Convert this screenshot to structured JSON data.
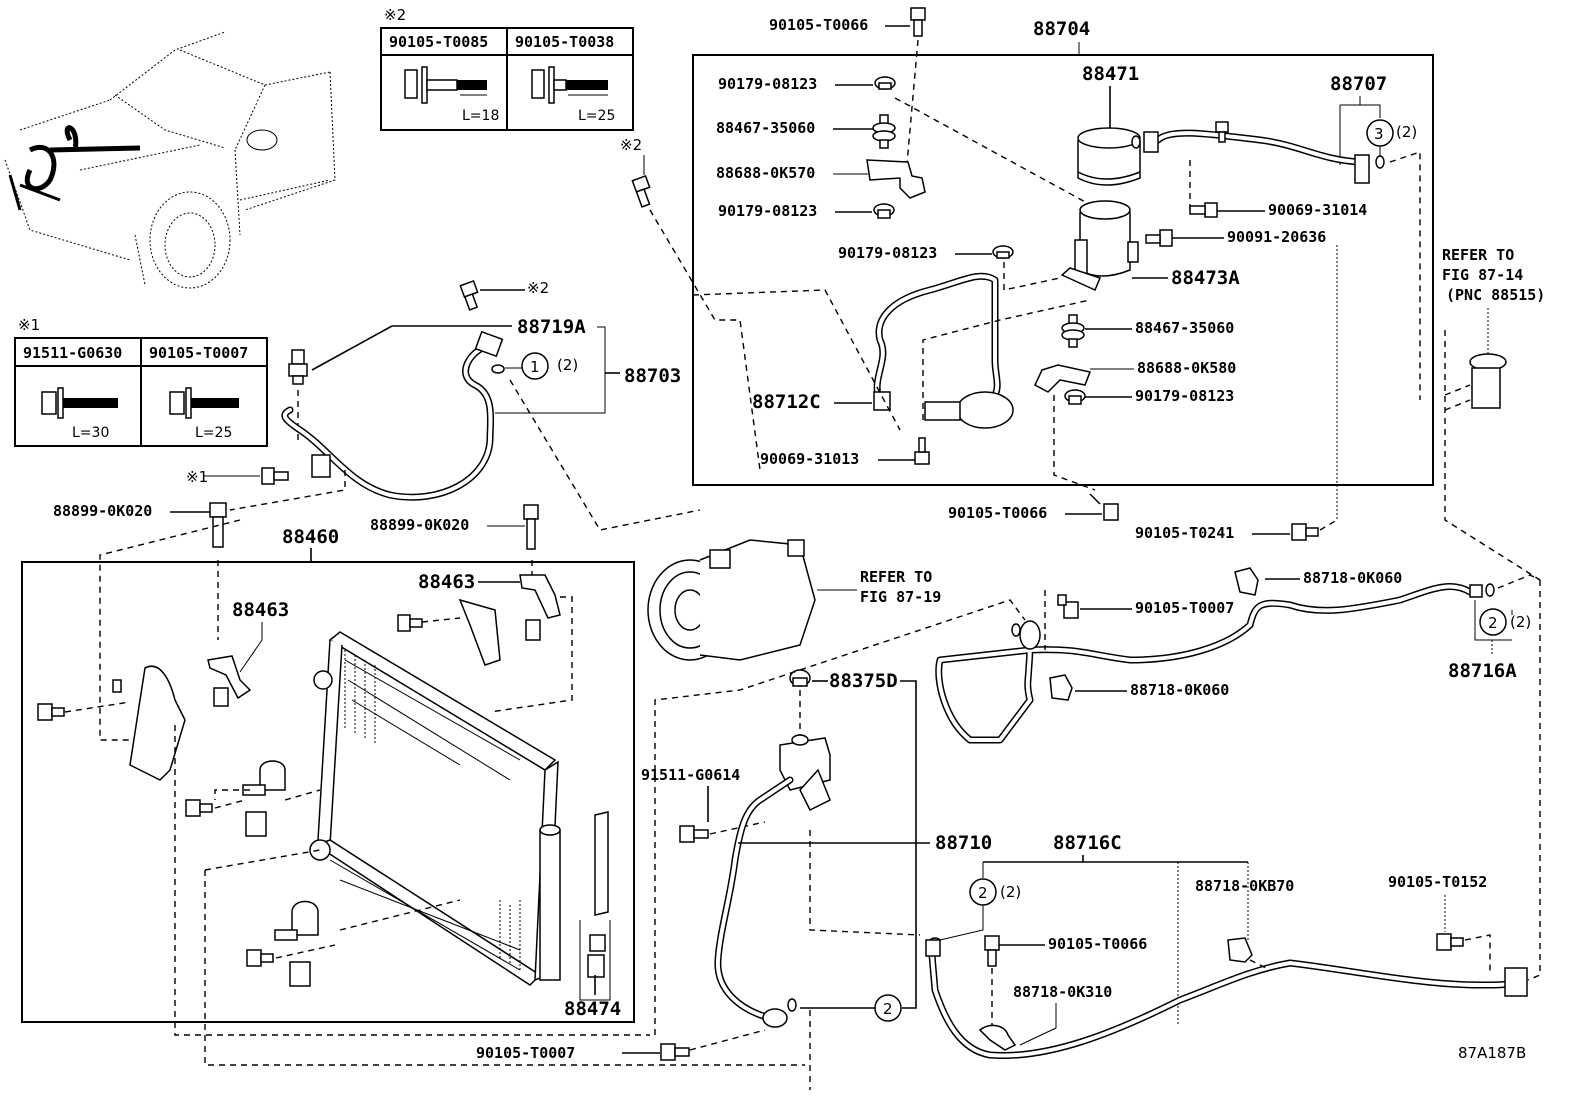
{
  "figure_id": "87A187B",
  "note_tables": [
    {
      "marker": "※1",
      "columns": [
        {
          "part": "91511-G0630",
          "length": "L=30"
        },
        {
          "part": "90105-T0007",
          "length": "L=25"
        }
      ]
    },
    {
      "marker": "※2",
      "columns": [
        {
          "part": "90105-T0085",
          "length": "L=18"
        },
        {
          "part": "90105-T0038",
          "length": "L=25"
        }
      ]
    }
  ],
  "markers": {
    "m1": "※1",
    "m2": "※2"
  },
  "qty_labels": {
    "q2": "(2)"
  },
  "circle_refs": {
    "c1": "1",
    "c2": "2",
    "c3": "3"
  },
  "references": {
    "compressor": [
      "REFER TO",
      "FIG 87-19"
    ],
    "expansion_valve": [
      "REFER TO",
      "FIG 87-14",
      "(PNC 88515)"
    ]
  },
  "assemblies": {
    "a88704": "88704",
    "a88460": "88460",
    "a88703": "88703",
    "a88707": "88707",
    "a88710": "88710",
    "a88716A": "88716A",
    "a88716C": "88716C",
    "a88375D": "88375D"
  },
  "parts": {
    "p90105_T0066_top": "90105-T0066",
    "p90179_08123_a": "90179-08123",
    "p88467_35060_a": "88467-35060",
    "p88688_0K570": "88688-0K570",
    "p90179_08123_b": "90179-08123",
    "p90179_08123_c": "90179-08123",
    "p88471": "88471",
    "p90069_31014": "90069-31014",
    "p90091_20636": "90091-20636",
    "p88473A": "88473A",
    "p88467_35060_b": "88467-35060",
    "p88688_0K580": "88688-0K580",
    "p90179_08123_d": "90179-08123",
    "p88712C": "88712C",
    "p90069_31013": "90069-31013",
    "p90105_T0066_mid": "90105-T0066",
    "p90105_T0241": "90105-T0241",
    "p88719A": "88719A",
    "p88899_0K020_a": "88899-0K020",
    "p88899_0K020_b": "88899-0K020",
    "p88463_a": "88463",
    "p88463_b": "88463",
    "p88474": "88474",
    "p88718_0K060_a": "88718-0K060",
    "p90105_T0007_a": "90105-T0007",
    "p88718_0K060_b": "88718-0K060",
    "p91511_G0614": "91511-G0614",
    "p88718_0KB70": "88718-0KB70",
    "p90105_T0152": "90105-T0152",
    "p90105_T0066_low": "90105-T0066",
    "p88718_0K310": "88718-0K310",
    "p90105_T0007_b": "90105-T0007"
  }
}
